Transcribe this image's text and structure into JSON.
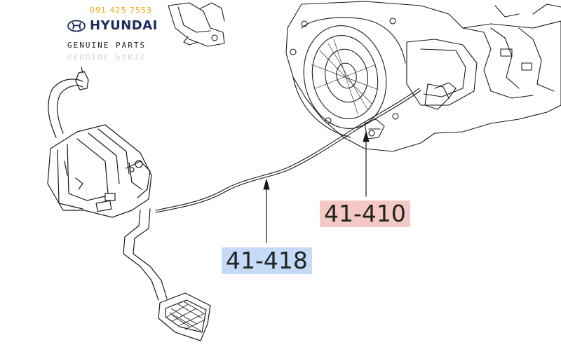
{
  "watermark": {
    "phone": "091 425 7553",
    "brand": "HYUNDAI",
    "tagline": "GENUINE PARTS",
    "logo_icon": "hyundai-logo-icon"
  },
  "callouts": [
    {
      "id": "clutch-release-assembly",
      "label": "41-410",
      "color": "#f4c8c4"
    },
    {
      "id": "clutch-cable-hose",
      "label": "41-418",
      "color": "#c5daf6"
    }
  ]
}
